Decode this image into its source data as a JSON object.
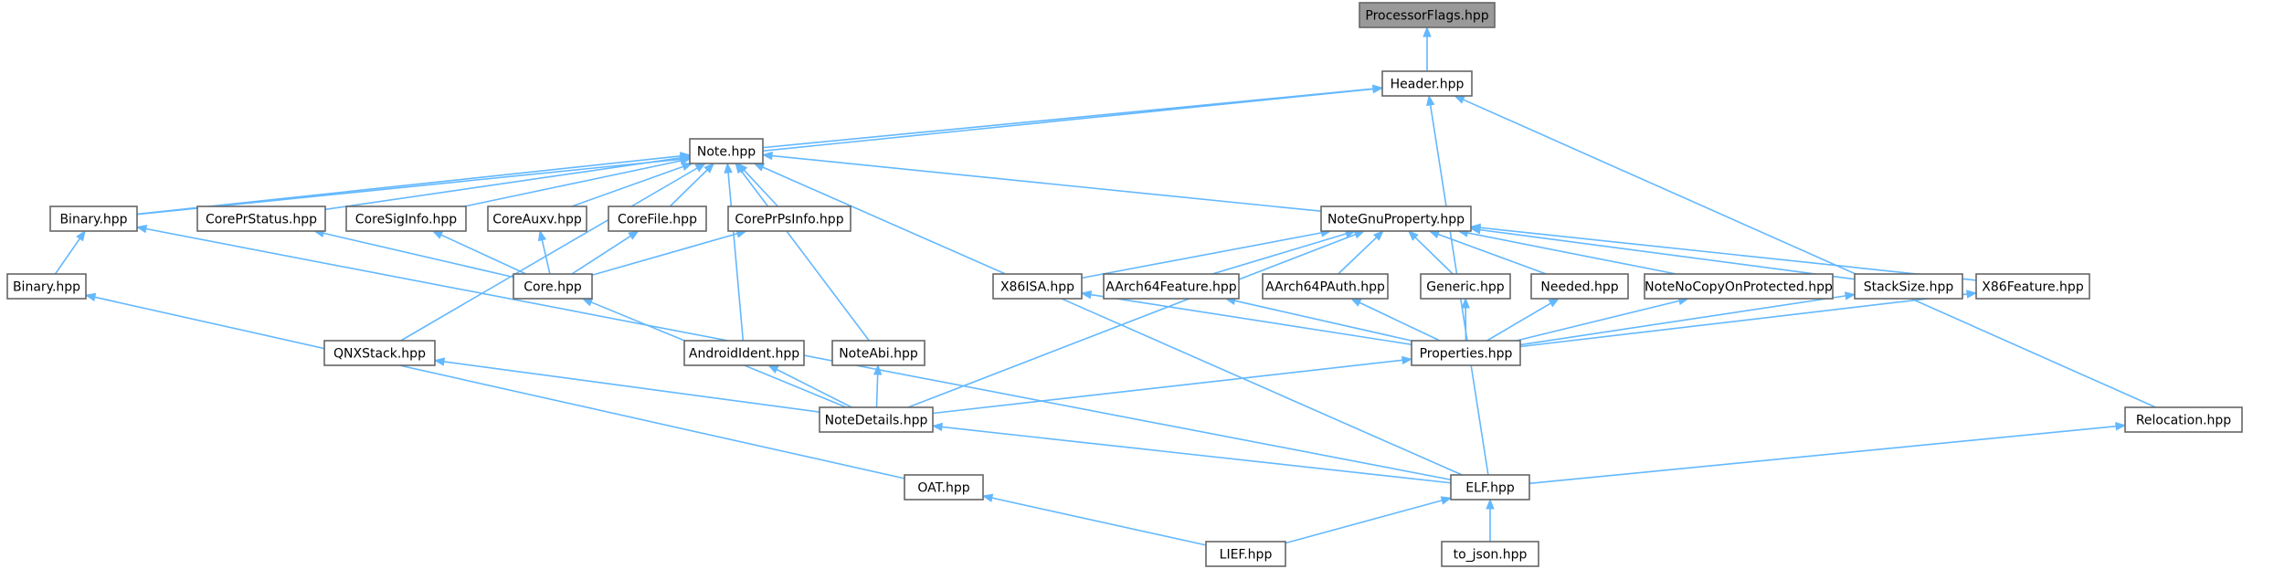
{
  "graph": {
    "accent": "#63b8ff",
    "root_fill": "#999999",
    "nodes": [
      {
        "id": "processorflags",
        "label": "ProcessorFlags.hpp",
        "root": true
      },
      {
        "id": "header",
        "label": "Header.hpp"
      },
      {
        "id": "note",
        "label": "Note.hpp"
      },
      {
        "id": "binary1",
        "label": "Binary.hpp"
      },
      {
        "id": "coreprstatus",
        "label": "CorePrStatus.hpp"
      },
      {
        "id": "coresiginfo",
        "label": "CoreSigInfo.hpp"
      },
      {
        "id": "coreauxv",
        "label": "CoreAuxv.hpp"
      },
      {
        "id": "corefile",
        "label": "CoreFile.hpp"
      },
      {
        "id": "coreprpsinfo",
        "label": "CorePrPsInfo.hpp"
      },
      {
        "id": "notegnuproperty",
        "label": "NoteGnuProperty.hpp"
      },
      {
        "id": "binary2",
        "label": "Binary.hpp"
      },
      {
        "id": "core",
        "label": "Core.hpp"
      },
      {
        "id": "x86isa",
        "label": "X86ISA.hpp"
      },
      {
        "id": "aarch64feature",
        "label": "AArch64Feature.hpp"
      },
      {
        "id": "aarch64pauth",
        "label": "AArch64PAuth.hpp"
      },
      {
        "id": "generic",
        "label": "Generic.hpp"
      },
      {
        "id": "needed",
        "label": "Needed.hpp"
      },
      {
        "id": "notenocopy",
        "label": "NoteNoCopyOnProtected.hpp"
      },
      {
        "id": "stacksize",
        "label": "StackSize.hpp"
      },
      {
        "id": "x86feature",
        "label": "X86Feature.hpp"
      },
      {
        "id": "qnxstack",
        "label": "QNXStack.hpp"
      },
      {
        "id": "androidident",
        "label": "AndroidIdent.hpp"
      },
      {
        "id": "noteabi",
        "label": "NoteAbi.hpp"
      },
      {
        "id": "properties",
        "label": "Properties.hpp"
      },
      {
        "id": "notedetails",
        "label": "NoteDetails.hpp"
      },
      {
        "id": "relocation",
        "label": "Relocation.hpp"
      },
      {
        "id": "oat",
        "label": "OAT.hpp"
      },
      {
        "id": "elf",
        "label": "ELF.hpp"
      },
      {
        "id": "lief",
        "label": "LIEF.hpp"
      },
      {
        "id": "tojson",
        "label": "to_json.hpp"
      }
    ],
    "edges": [
      [
        "header",
        "processorflags"
      ],
      [
        "note",
        "header"
      ],
      [
        "binary1",
        "header"
      ],
      [
        "relocation",
        "header"
      ],
      [
        "elf",
        "header"
      ],
      [
        "binary1",
        "note"
      ],
      [
        "coreprstatus",
        "note"
      ],
      [
        "coresiginfo",
        "note"
      ],
      [
        "coreauxv",
        "note"
      ],
      [
        "corefile",
        "note"
      ],
      [
        "coreprpsinfo",
        "note"
      ],
      [
        "notegnuproperty",
        "note"
      ],
      [
        "qnxstack",
        "note"
      ],
      [
        "androidident",
        "note"
      ],
      [
        "noteabi",
        "note"
      ],
      [
        "elf",
        "note"
      ],
      [
        "binary2",
        "binary1"
      ],
      [
        "elf",
        "binary1"
      ],
      [
        "core",
        "coreprstatus"
      ],
      [
        "core",
        "coresiginfo"
      ],
      [
        "core",
        "coreauxv"
      ],
      [
        "core",
        "corefile"
      ],
      [
        "core",
        "coreprpsinfo"
      ],
      [
        "notedetails",
        "core"
      ],
      [
        "x86isa",
        "notegnuproperty"
      ],
      [
        "aarch64feature",
        "notegnuproperty"
      ],
      [
        "aarch64pauth",
        "notegnuproperty"
      ],
      [
        "generic",
        "notegnuproperty"
      ],
      [
        "needed",
        "notegnuproperty"
      ],
      [
        "notenocopy",
        "notegnuproperty"
      ],
      [
        "stacksize",
        "notegnuproperty"
      ],
      [
        "x86feature",
        "notegnuproperty"
      ],
      [
        "notedetails",
        "notegnuproperty"
      ],
      [
        "properties",
        "x86isa"
      ],
      [
        "properties",
        "aarch64feature"
      ],
      [
        "properties",
        "aarch64pauth"
      ],
      [
        "properties",
        "generic"
      ],
      [
        "properties",
        "needed"
      ],
      [
        "properties",
        "notenocopy"
      ],
      [
        "properties",
        "stacksize"
      ],
      [
        "properties",
        "x86feature"
      ],
      [
        "notedetails",
        "properties"
      ],
      [
        "notedetails",
        "qnxstack"
      ],
      [
        "notedetails",
        "androidident"
      ],
      [
        "notedetails",
        "noteabi"
      ],
      [
        "elf",
        "notedetails"
      ],
      [
        "elf",
        "relocation"
      ],
      [
        "oat",
        "binary2"
      ],
      [
        "lief",
        "oat"
      ],
      [
        "lief",
        "elf"
      ],
      [
        "tojson",
        "elf"
      ]
    ]
  }
}
